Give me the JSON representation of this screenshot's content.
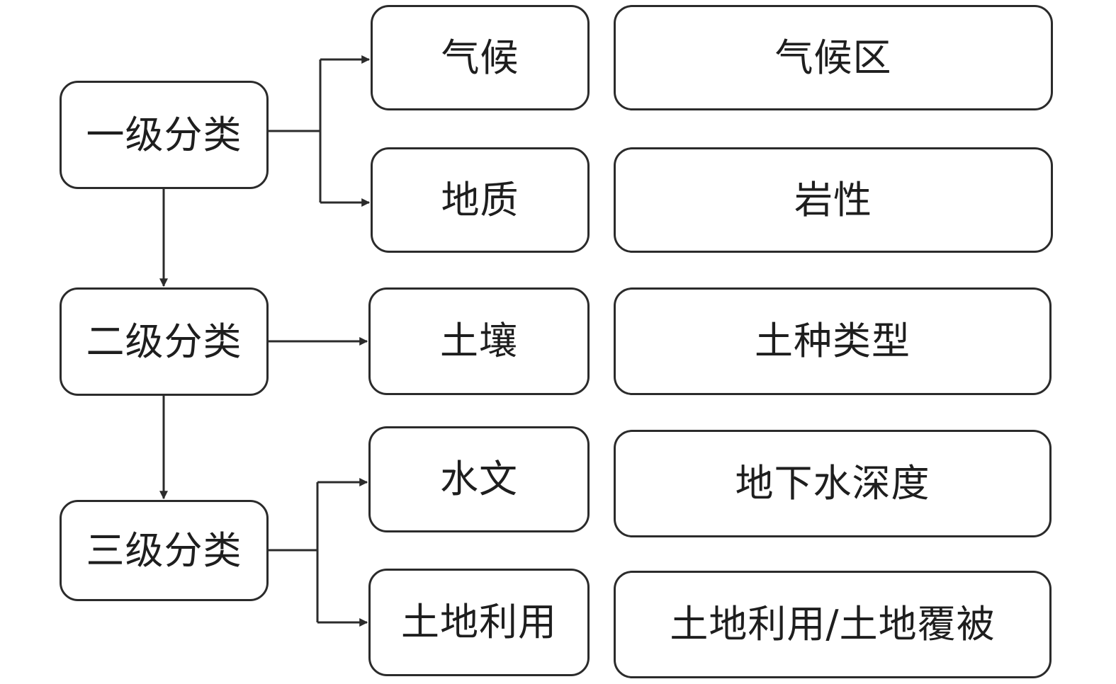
{
  "levels": [
    {
      "label": "一级分类"
    },
    {
      "label": "二级分类"
    },
    {
      "label": "三级分类"
    }
  ],
  "factors": [
    {
      "label": "气候",
      "indicator": "气候区"
    },
    {
      "label": "地质",
      "indicator": "岩性"
    },
    {
      "label": "土壤",
      "indicator": "土种类型"
    },
    {
      "label": "水文",
      "indicator": "地下水深度"
    },
    {
      "label": "土地利用",
      "indicator": "土地利用/土地覆被"
    }
  ],
  "colors": {
    "stroke": "#2b2b2b",
    "text": "#1e1e1e",
    "background": "#ffffff"
  }
}
